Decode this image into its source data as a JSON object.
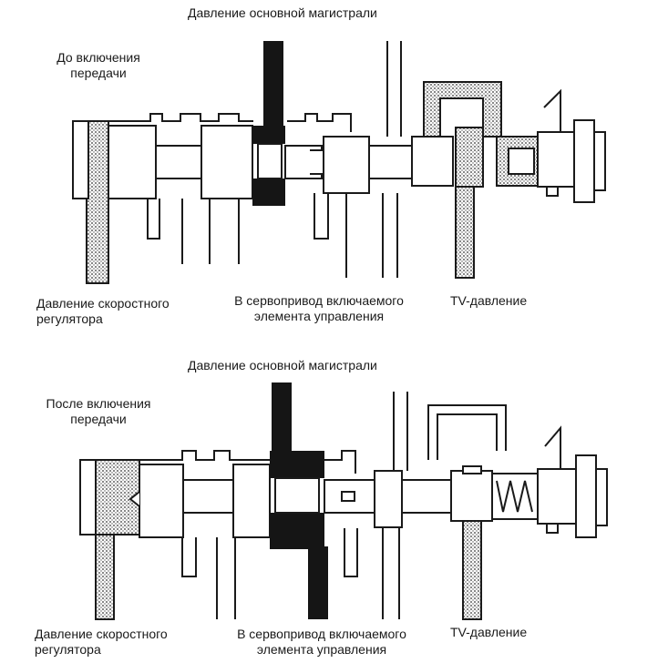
{
  "top": {
    "main_line_pressure": "Давление основной магистрали",
    "state_line1": "До включения",
    "state_line2": "передачи",
    "governor_line1": "Давление скоростного",
    "governor_line2": "регулятора",
    "servo_line1": "В сервопривод включаемого",
    "servo_line2": "элемента управления",
    "tv_pressure": "TV-давление"
  },
  "bottom": {
    "main_line_pressure": "Давление основной магистрали",
    "state_line1": "После включения",
    "state_line2": "передачи",
    "governor_line1": "Давление скоростного",
    "governor_line2": "регулятора",
    "servo_line1": "В сервопривод включаемого",
    "servo_line2": "элемента управления",
    "tv_pressure": "TV-давление"
  },
  "colors": {
    "line": "#1a1a1a",
    "stipple": "#6a6a6a",
    "solid": "#151515"
  }
}
